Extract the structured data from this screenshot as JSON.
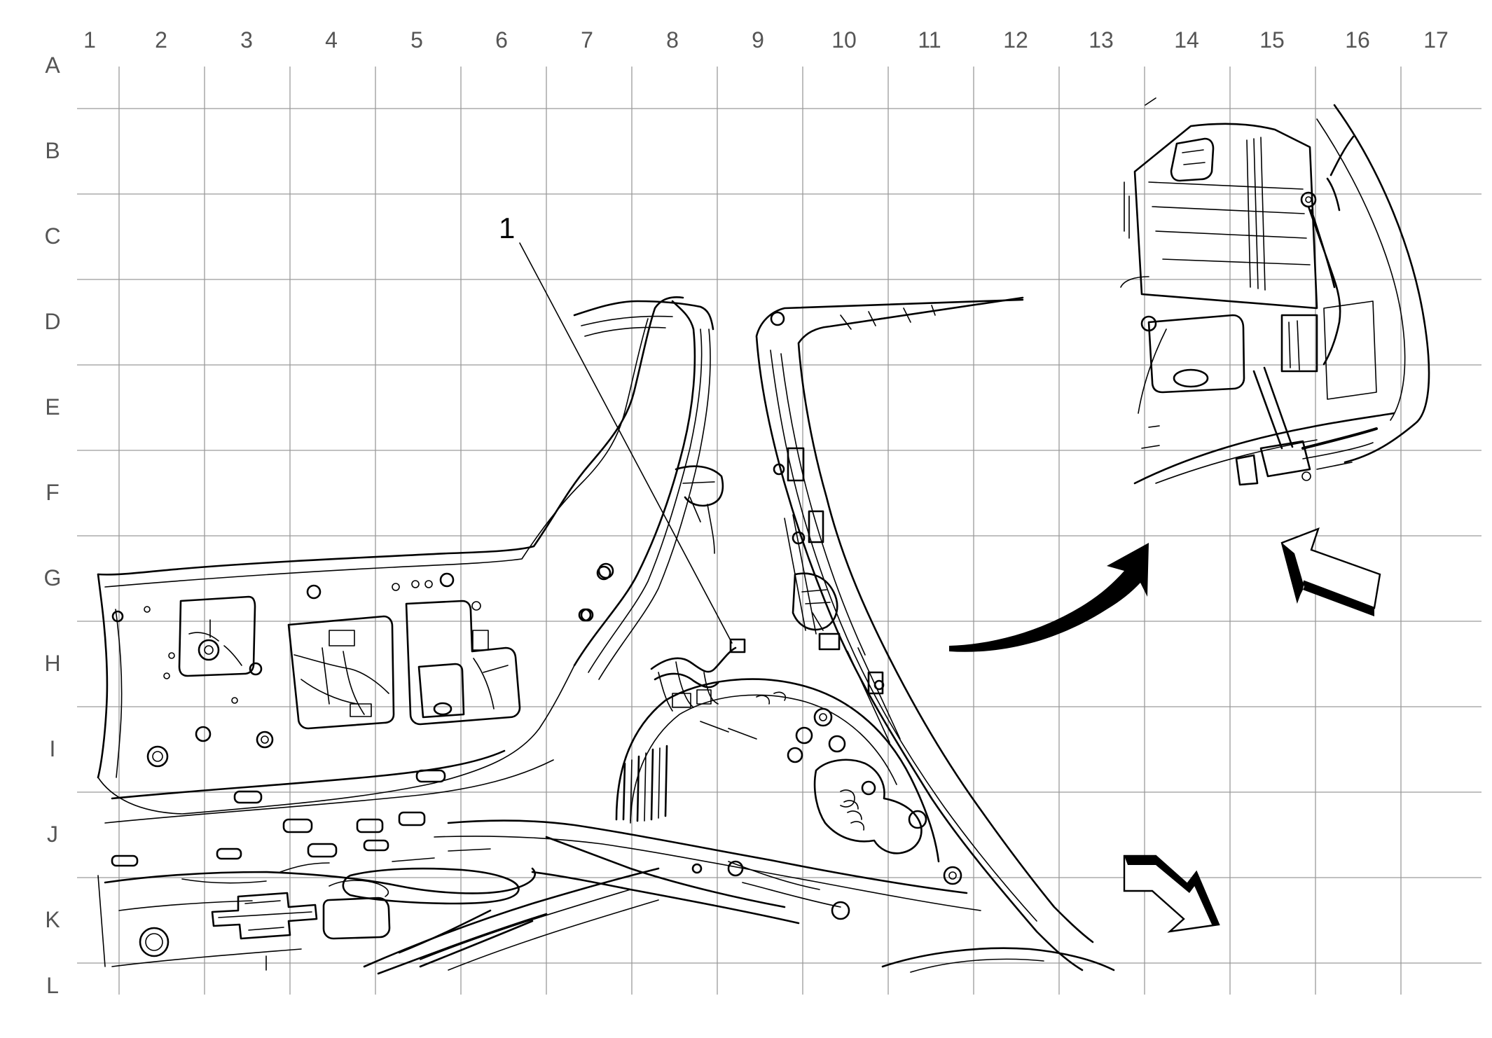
{
  "grid": {
    "columns": [
      "1",
      "2",
      "3",
      "4",
      "5",
      "6",
      "7",
      "8",
      "9",
      "10",
      "11",
      "12",
      "13",
      "14",
      "15",
      "16",
      "17"
    ],
    "rows": [
      "A",
      "B",
      "C",
      "D",
      "E",
      "F",
      "G",
      "H",
      "I",
      "J",
      "K",
      "L"
    ]
  },
  "callouts": [
    {
      "label": "1"
    }
  ],
  "colors": {
    "ink": "#000000",
    "grid": "#9a9a9a",
    "grid_labels": "#555555",
    "background": "#ffffff"
  },
  "icons": [
    "curved-arrow-icon",
    "view-direction-arrow-icon",
    "forward-direction-arrow-icon"
  ]
}
